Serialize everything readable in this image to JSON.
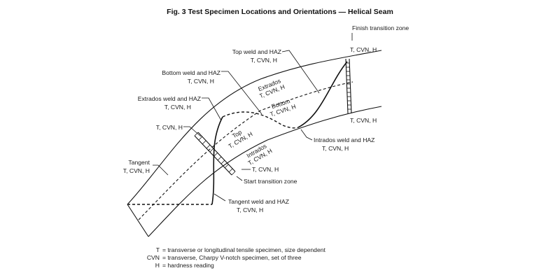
{
  "title": "Fig. 3   Test Specimen Locations and Orientations — Helical Seam",
  "labels": {
    "finish_zone": "Finish transition zone",
    "finish_tcvnh": "T, CVN, H",
    "top_weld_1": "Top weld and HAZ",
    "top_weld_2": "T, CVN, H",
    "bottom_weld_1": "Bottom weld and HAZ",
    "bottom_weld_2": "T, CVN, H",
    "extrados_weld_1": "Extrados weld and HAZ",
    "extrados_weld_2": "T, CVN, H",
    "tcvnh_left": "T, CVN, H",
    "tangent_1": "Tangent",
    "tangent_2": "T, CVN, H",
    "right_tcvnh": "T, CVN, H",
    "intrados_weld_1": "Intrados weld and HAZ",
    "intrados_weld_2": "T, CVN, H",
    "start_tcvnh": "T, CVN, H",
    "start_zone": "Start transition zone",
    "tangent_weld_1": "Tangent weld and HAZ",
    "tangent_weld_2": "T, CVN, H",
    "curve_extrados": "Extrados",
    "curve_extrados_sub": "T, CVN, H",
    "curve_bottom": "Bottom",
    "curve_bottom_sub": "T, CVN, H",
    "curve_top": "Top",
    "curve_top_sub": "T, CVN, H",
    "curve_intrados": "Intrados",
    "curve_intrados_sub": "T, CVN, H"
  },
  "legend": [
    {
      "key": "T",
      "text": "= transverse or longitudinal tensile specimen, size dependent"
    },
    {
      "key": "CVN",
      "text": "= transverse, Charpy V-notch specimen, set of three"
    },
    {
      "key": "H",
      "text": "= hardness reading"
    }
  ]
}
